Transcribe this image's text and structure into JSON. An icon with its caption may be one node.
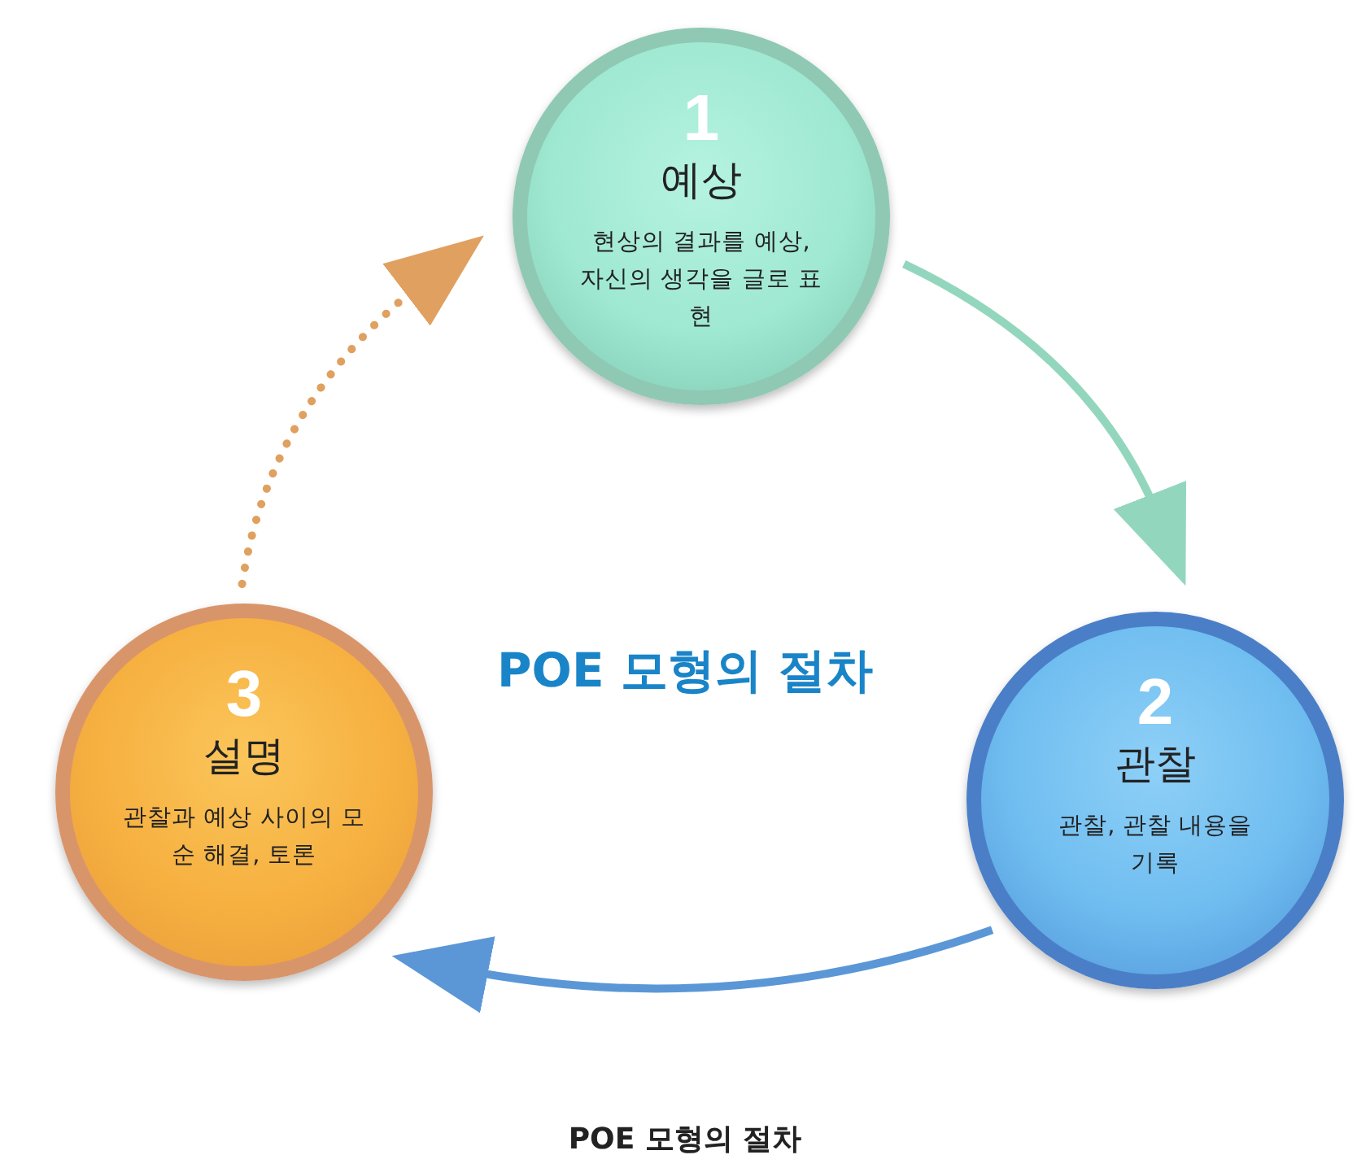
{
  "diagram": {
    "title": "POE 모형의 절차",
    "caption": "POE 모형의 절차",
    "nodes": [
      {
        "text": [
          "1",
          "예상",
          "현상의 결과를 예상, 자신의 생각을 글로 표현"
        ]
      },
      {
        "text": [
          "2",
          "관찰",
          "관찰, 관찰 내용을 기록"
        ]
      },
      {
        "text": [
          "3",
          "설명",
          "관찰과 예상 사이의 모순 해결, 토론"
        ]
      }
    ],
    "edges": [
      {
        "from": 0,
        "to": 1,
        "arrow": "to",
        "color": "#93d6be"
      },
      {
        "from": 1,
        "to": 2,
        "arrow": "to",
        "color": "#5b97d6"
      },
      {
        "from": 2,
        "to": 0,
        "arrow": "to",
        "style": "dashed",
        "color": "#e0a060"
      }
    ]
  }
}
